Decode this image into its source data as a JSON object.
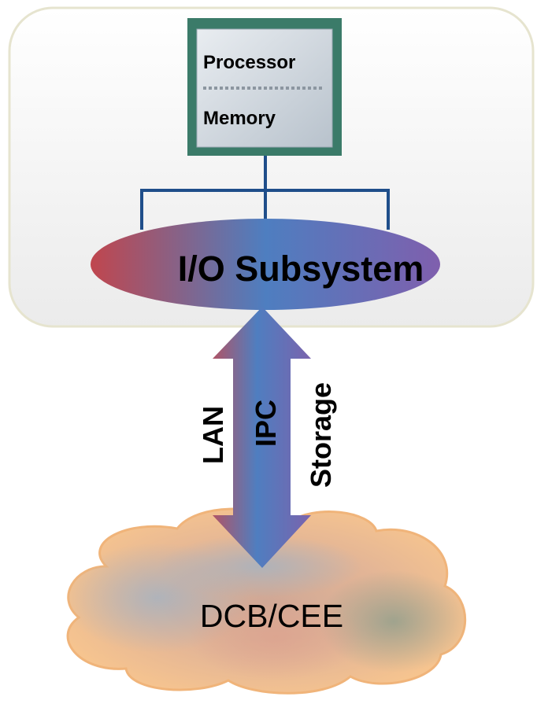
{
  "host": {
    "processor_label": "Processor",
    "memory_label": "Memory"
  },
  "io_subsystem": {
    "label": "I/O Subsystem"
  },
  "traffic_labels": {
    "lan": "LAN",
    "ipc": "IPC",
    "storage": "Storage"
  },
  "network": {
    "label": "DCB/CEE"
  },
  "colors": {
    "host_frame_border": "#e6e4cf",
    "chip_border": "#3b7b69",
    "bus_line": "#1f4e8a",
    "io_gradient_start": "#c0464e",
    "io_gradient_mid": "#4e7ec0",
    "io_gradient_end": "#7f5fad",
    "cloud_fill": "#f2c190"
  }
}
